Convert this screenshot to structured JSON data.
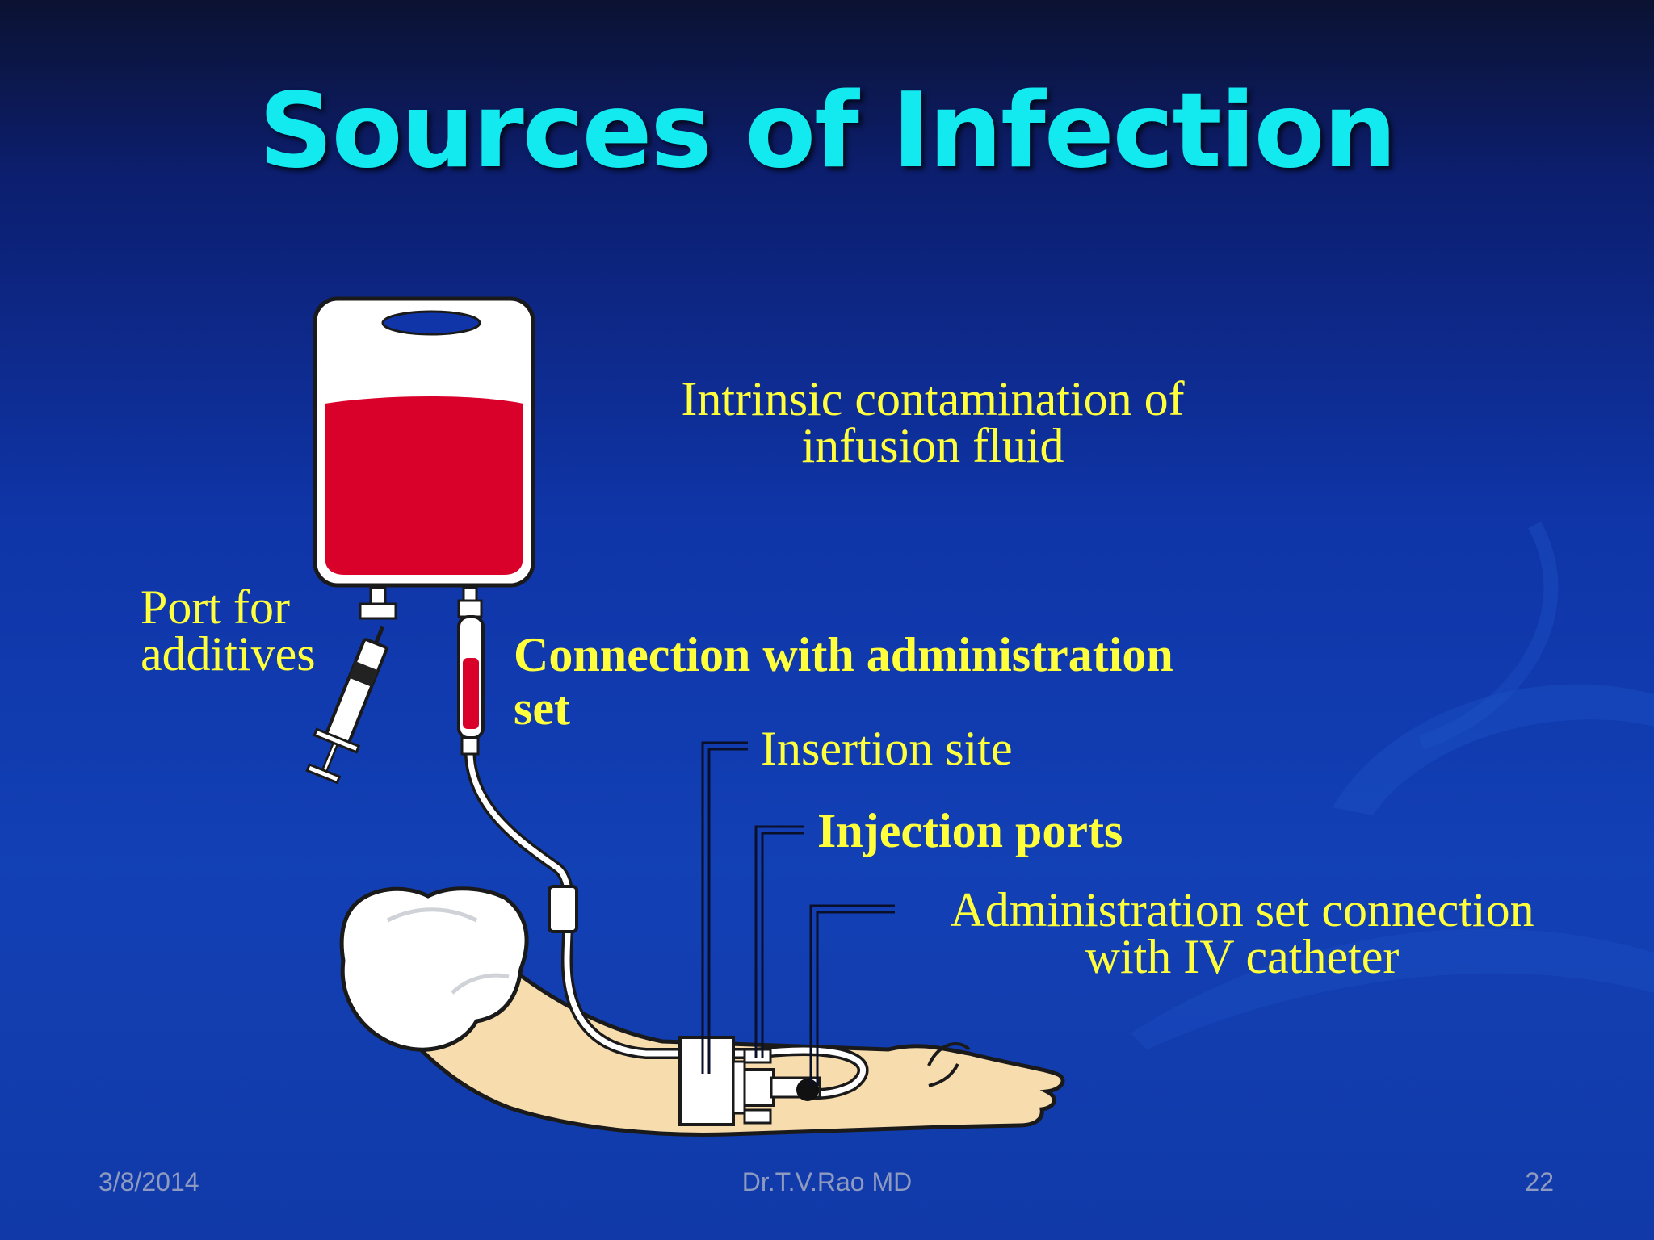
{
  "title": "Sources of Infection",
  "labels": {
    "intrinsic_line1": "Intrinsic contamination of",
    "intrinsic_line2": "infusion fluid",
    "port_line1": "Port for",
    "port_line2": "additives",
    "connection_line1": "Connection with administration",
    "connection_line2": "set",
    "insertion_site": "Insertion site",
    "injection_ports": "Injection ports",
    "catheter_line1": "Administration set connection",
    "catheter_line2": "with IV catheter"
  },
  "footer": {
    "date": "3/8/2014",
    "author": "Dr.T.V.Rao MD",
    "page": "22"
  },
  "colors": {
    "title": "#12eaf0",
    "label": "#ffff3c",
    "fluid": "#d9002a",
    "skin": "#f7dcae"
  }
}
